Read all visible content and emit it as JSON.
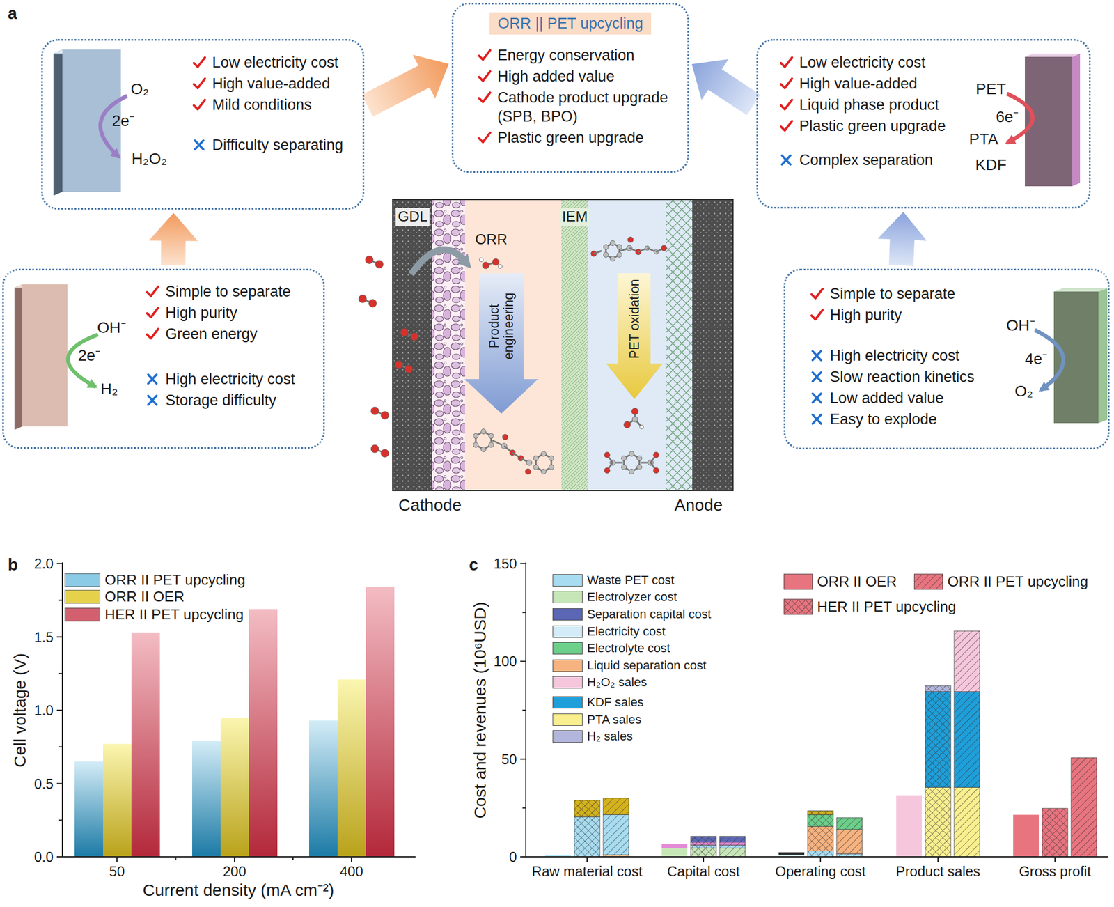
{
  "diagram": {
    "nodes": [
      {
        "text": [
          "Low electricity cost",
          "High value-added",
          "Mild conditions",
          "Difficulty separating"
        ]
      },
      {
        "text": [
          "ORR || PET upcycling",
          "Energy conservation",
          "High added value",
          "Cathode product upgrade (SPB, BPO)",
          "Plastic green upgrade"
        ]
      },
      {
        "text": [
          "Low electricity cost",
          "High value-added",
          "Liquid phase product",
          "Plastic green upgrade",
          "Complex separation"
        ]
      },
      {
        "text": [
          "Simple to separate",
          "High purity",
          "Green energy",
          "High electricity cost",
          "Storage difficulty"
        ]
      },
      {
        "text": [
          "Simple to separate",
          "High purity",
          "High electricity cost",
          "Slow reaction kinetics",
          "Low added value",
          "Easy to explode"
        ]
      }
    ],
    "edges": [
      {
        "from": 3,
        "to": 0,
        "arrow": "to"
      },
      {
        "from": 0,
        "to": 1,
        "arrow": "to"
      },
      {
        "from": 2,
        "to": 1,
        "arrow": "to"
      },
      {
        "from": 4,
        "to": 2,
        "arrow": "to"
      }
    ],
    "labels": [
      "a",
      "b",
      "c",
      "O₂",
      "2e⁻",
      "H₂O₂",
      "PET",
      "6e⁻",
      "PTA",
      "KDF",
      "OH⁻",
      "2e⁻",
      "H₂",
      "OH⁻",
      "4e⁻",
      "O₂",
      "GDL",
      "ORR",
      "IEM",
      "Product engineering",
      "PET oxidation",
      "Cathode",
      "Anode",
      "Cell voltage (V)",
      "Current density (mA cm⁻²)",
      "0.0",
      "0.5",
      "1.0",
      "1.5",
      "2.0",
      "50",
      "200",
      "400",
      "Cost and revenues (10⁶USD)",
      "0",
      "50",
      "100",
      "150",
      "Raw material cost",
      "Capital cost",
      "Operating cost",
      "Product sales",
      "Gross profit"
    ],
    "legend": [
      {
        "text": "ORR II PET upcycling",
        "color": "#8ccbe6"
      },
      {
        "text": "ORR II OER",
        "color": "#e6d24a"
      },
      {
        "text": "HER II PET upcycling",
        "color": "#d2606e"
      },
      {
        "text": "Waste PET cost",
        "color": "#a8dcf0"
      },
      {
        "text": "Electrolyzer cost",
        "color": "#c7e6b8"
      },
      {
        "text": "Separation capital cost",
        "color": "#5b67b4"
      },
      {
        "text": "Electricity cost",
        "color": "#d3ecf7"
      },
      {
        "text": "Electrolyte cost",
        "color": "#6ccf8a"
      },
      {
        "text": "Liquid separation cost",
        "color": "#f6b37f"
      },
      {
        "text": "H₂O₂ sales",
        "color": "#f6c7dc"
      },
      {
        "text": "KDF sales",
        "color": "#1e9fda"
      },
      {
        "text": "PTA sales",
        "color": "#f9ef8e"
      },
      {
        "text": "H₂ sales",
        "color": "#b3b6dc"
      },
      {
        "text": "ORR II OER",
        "color": "#e8747f"
      },
      {
        "text": "ORR II PET upcycling"
      },
      {
        "text": "HER II PET upcycling"
      }
    ]
  }
}
